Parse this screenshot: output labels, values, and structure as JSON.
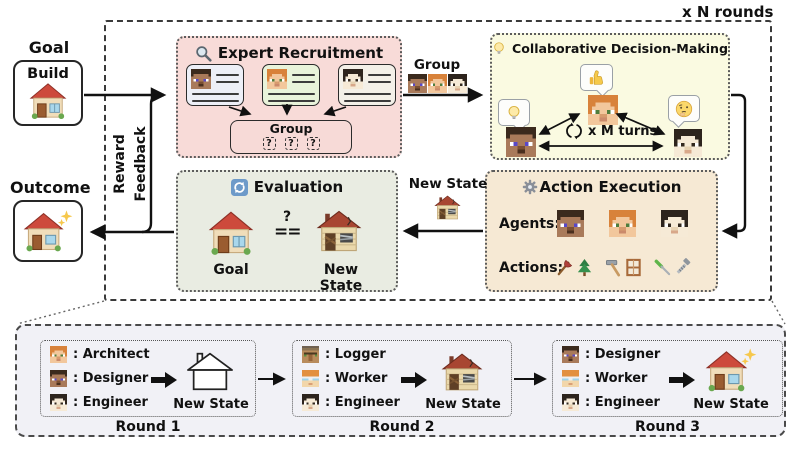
{
  "canvas": {
    "rounds_label": "x N rounds"
  },
  "goal": {
    "heading": "Goal",
    "text": "Build",
    "icon": "goal-house"
  },
  "outcome": {
    "heading": "Outcome",
    "icon": "sparkle-house"
  },
  "feedback": {
    "line1": "Reward",
    "line2": "Feedback"
  },
  "expert_recruitment": {
    "icon": "magnifier",
    "title": "Expert Recruitment",
    "cards": [
      {
        "face": "steve"
      },
      {
        "face": "alex"
      },
      {
        "face": "pale"
      }
    ],
    "group": {
      "label": "Group",
      "slots": [
        "?",
        "?",
        "?"
      ]
    }
  },
  "group_transition": {
    "label": "Group",
    "faces": [
      "steve",
      "alex",
      "pale"
    ]
  },
  "decision_making": {
    "icon": "bulb",
    "title": "Collaborative Decision-Making",
    "turns_label": "x M turns",
    "cycle_icon": "cycle",
    "agents": [
      {
        "face": "steve",
        "bubble": "bulb"
      },
      {
        "face": "alex",
        "bubble": "thumbs-up"
      },
      {
        "face": "pale",
        "bubble": "thinking"
      }
    ]
  },
  "evaluation": {
    "icon": "refresh",
    "title": "Evaluation",
    "question_mark": "?",
    "equals": "==",
    "goal": {
      "label": "Goal",
      "icon": "goal-house"
    },
    "new_state": {
      "label": "New State",
      "icon": "derelict-house"
    }
  },
  "action_execution": {
    "icon": "gear",
    "title": "Action Execution",
    "agents_label": "Agents:",
    "agent_faces": [
      "steve",
      "alex",
      "pale"
    ],
    "actions_label": "Actions:",
    "action_icons": [
      "axe",
      "tree",
      "hammer",
      "window",
      "screwdriver",
      "bolt"
    ]
  },
  "state_transition": {
    "label": "New State",
    "icon": "derelict-house"
  },
  "rounds": [
    {
      "name": "Round 1",
      "agents": [
        {
          "face": "alex",
          "role": ": Architect"
        },
        {
          "face": "steve",
          "role": ": Designer"
        },
        {
          "face": "pale",
          "role": ": Engineer"
        }
      ],
      "arrow_icon": "bold-arrow",
      "state": {
        "icon": "outline-house",
        "label": "New State"
      }
    },
    {
      "name": "Round 2",
      "agents": [
        {
          "face": "villager",
          "role": ": Logger"
        },
        {
          "face": "goggles",
          "role": ": Worker"
        },
        {
          "face": "pale",
          "role": ": Engineer"
        }
      ],
      "arrow_icon": "bold-arrow",
      "state": {
        "icon": "derelict-house",
        "label": "New State"
      }
    },
    {
      "name": "Round 3",
      "agents": [
        {
          "face": "steve",
          "role": ": Designer"
        },
        {
          "face": "goggles",
          "role": ": Worker"
        },
        {
          "face": "pale",
          "role": ": Engineer"
        }
      ],
      "arrow_icon": "bold-arrow",
      "state": {
        "icon": "sparkle-house",
        "label": "New State"
      }
    }
  ],
  "colors": {
    "expert_bg": "#f8dbd8",
    "decision_bg": "#fafae1",
    "evaluation_bg": "#e9ece2",
    "action_bg": "#f6e9d4",
    "zoom_panel_bg": "#f1f1f6"
  }
}
